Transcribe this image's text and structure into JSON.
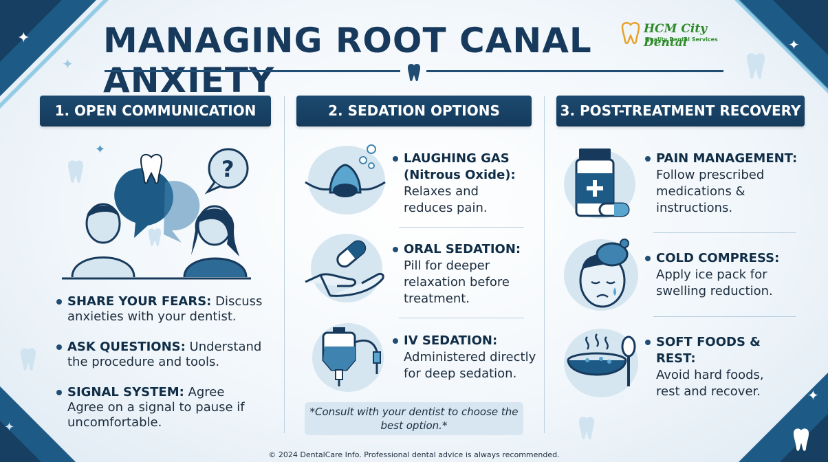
{
  "title": "MANAGING ROOT CANAL ANXIETY",
  "logo": {
    "name": "HCM City Dental",
    "tagline": "Quality Dental Services"
  },
  "columns": [
    {
      "header": "1. OPEN COMMUNICATION"
    },
    {
      "header": "2. SEDATION OPTIONS"
    },
    {
      "header": "3. POST-TREATMENT RECOVERY"
    }
  ],
  "communication": [
    {
      "label": "SHARE YOUR FEARS:",
      "text": " Discuss anxieties with your dentist."
    },
    {
      "label": "ASK QUESTIONS:",
      "text": " Understand the procedure and tools."
    },
    {
      "label": "SIGNAL SYSTEM:",
      "text": " Agree Agree on a signal to pause if uncomfortable."
    }
  ],
  "sedation": [
    {
      "title": "LAUGHING GAS (Nitrous Oxide):",
      "text": "Relaxes and reduces pain.",
      "icon": "gas-mask-icon"
    },
    {
      "title": "ORAL SEDATION:",
      "text": "Pill for deeper relaxation before treatment.",
      "icon": "pill-hand-icon"
    },
    {
      "title": "IV SEDATION:",
      "text": "Administered directly for deep sedation.",
      "icon": "iv-bag-icon"
    }
  ],
  "sedation_note": "*Consult with your dentist to choose the best option.*",
  "recovery": [
    {
      "title": "PAIN MANAGEMENT:",
      "text": "Follow prescribed medications & instructions.",
      "icon": "medicine-bottle-icon"
    },
    {
      "title": "COLD COMPRESS:",
      "text": "Apply ice pack for swelling reduction.",
      "icon": "ice-pack-icon"
    },
    {
      "title": "SOFT FOODS & REST:",
      "text": "Avoid hard foods, rest and recover.",
      "icon": "soup-bowl-icon"
    }
  ],
  "footer": "© 2024 DentalCare Info. Professional dental advice is always recommended.",
  "colors": {
    "navy": "#173a5c",
    "accent": "#1f4d73",
    "light": "#d6e6f1"
  }
}
